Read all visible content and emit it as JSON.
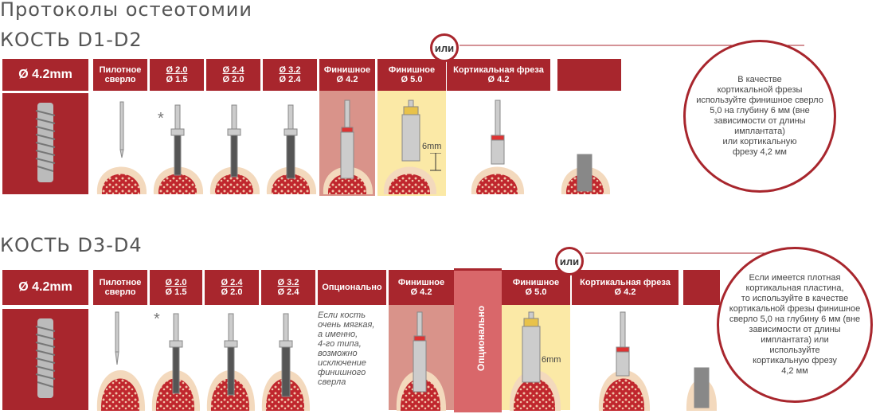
{
  "page_title": "Протоколы остеотомии",
  "section1": {
    "title": "КОСТЬ D1-D2",
    "implant_label": "Ø 4.2mm",
    "or_badge": "или",
    "columns": [
      {
        "line1": "Пилотное",
        "line2": "сверло"
      },
      {
        "line1": "Ø 2.0",
        "line2": "Ø 1.5"
      },
      {
        "line1": "Ø 2.4",
        "line2": "Ø 2.0"
      },
      {
        "line1": "Ø 3.2",
        "line2": "Ø 2.4"
      },
      {
        "line1": "Финишное",
        "line2": "Ø 4.2"
      },
      {
        "line1": "Финишное",
        "line2": "Ø 5.0"
      },
      {
        "line1": "Кортикальная фреза",
        "line2": "Ø 4.2"
      }
    ],
    "star": "*",
    "depth_label": "6mm",
    "note_lines": [
      "В качестве",
      "кортикальной фрезы",
      "используйте финишное сверло",
      "5,0 на глубину 6 мм (вне",
      "зависимости от длины",
      "имплантата)",
      "или кортикальную",
      "фрезу 4,2 мм"
    ]
  },
  "section2": {
    "title": "КОСТЬ D3-D4",
    "implant_label": "Ø 4.2mm",
    "or_badge": "или",
    "columns": [
      {
        "line1": "Пилотное",
        "line2": "сверло"
      },
      {
        "line1": "Ø 2.0",
        "line2": "Ø 1.5"
      },
      {
        "line1": "Ø 2.4",
        "line2": "Ø 2.0"
      },
      {
        "line1": "Ø 3.2",
        "line2": "Ø 2.4"
      },
      {
        "line1": "Опционально",
        "line2": ""
      },
      {
        "line1": "Финишное",
        "line2": "Ø 4.2"
      },
      {
        "line1": "Финишное",
        "line2": "Ø 5.0"
      },
      {
        "line1": "Кортикальная фреза",
        "line2": "Ø 4.2"
      }
    ],
    "star": "*",
    "optional_vertical": "Опционально",
    "depth_label": "6mm",
    "soft_bone_note": [
      "Если кость",
      "очень мягкая,",
      "а именно,",
      "4-го типа,",
      "возможно",
      "исключение",
      "финишного",
      "сверла"
    ],
    "note_lines": [
      "Если имеется плотная",
      "кортикальная пластина,",
      "то используйте в качестве",
      "кортикальной фрезы финишное",
      "сверло 5,0 на глубину 6 мм (вне",
      "зависимости от длины",
      "имплантата) или",
      "используйте",
      "кортикальную фрезу",
      "4,2 мм"
    ]
  },
  "colors": {
    "accent": "#a8262d",
    "bone": "#f3d9bd",
    "marrow": "#c0262d",
    "highlight_red": "#d9938a",
    "highlight_yellow": "#fbe9a6"
  }
}
